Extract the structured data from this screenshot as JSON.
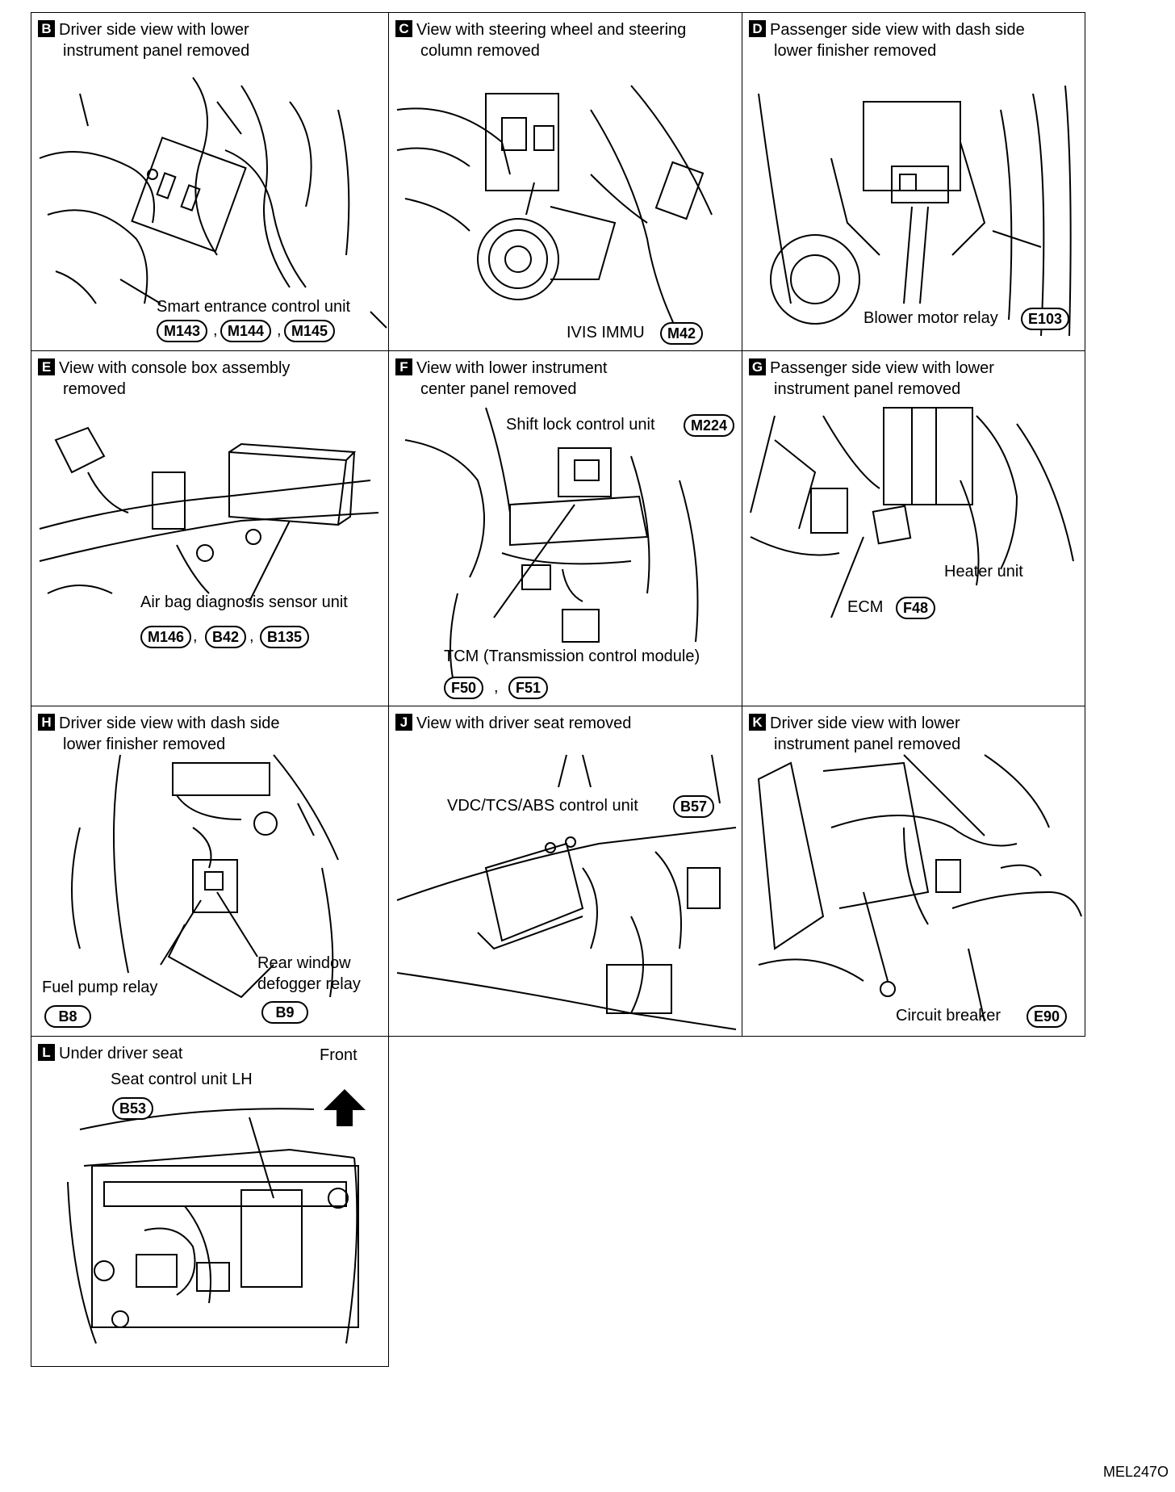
{
  "panels": {
    "B": {
      "letter": "B",
      "title1": "Driver side view with lower",
      "title2": "instrument panel removed",
      "label": "Smart entrance control unit",
      "connectors": [
        "M143",
        "M144",
        "M145"
      ]
    },
    "C": {
      "letter": "C",
      "title1": "View with steering wheel and steering",
      "title2": "column removed",
      "label": "IVIS IMMU",
      "connectors": [
        "M42"
      ]
    },
    "D": {
      "letter": "D",
      "title1": "Passenger side view with dash side",
      "title2": "lower finisher removed",
      "label": "Blower motor relay",
      "connectors": [
        "E103"
      ]
    },
    "E": {
      "letter": "E",
      "title1": "View with console box assembly",
      "title2": "removed",
      "label": "Air bag diagnosis sensor unit",
      "connectors": [
        "M146",
        "B42",
        "B135"
      ]
    },
    "F": {
      "letter": "F",
      "title1": "View with lower instrument",
      "title2": "center panel removed",
      "label1": "Shift lock control unit",
      "connectors1": [
        "M224"
      ],
      "label2": "TCM (Transmission control module)",
      "connectors2": [
        "F50",
        "F51"
      ]
    },
    "G": {
      "letter": "G",
      "title1": "Passenger side view with lower",
      "title2": "instrument panel removed",
      "label1": "Heater unit",
      "label2": "ECM",
      "connectors": [
        "F48"
      ]
    },
    "H": {
      "letter": "H",
      "title1": "Driver side view with dash side",
      "title2": "lower finisher removed",
      "label1": "Fuel pump relay",
      "connectors1": [
        "B8"
      ],
      "label2a": "Rear window",
      "label2b": "defogger relay",
      "connectors2": [
        "B9"
      ]
    },
    "J": {
      "letter": "J",
      "title1": "View with driver seat removed",
      "label": "VDC/TCS/ABS control unit",
      "connectors": [
        "B57"
      ]
    },
    "K": {
      "letter": "K",
      "title1": "Driver side view with lower",
      "title2": "instrument panel removed",
      "label": "Circuit breaker",
      "connectors": [
        "E90"
      ]
    },
    "L": {
      "letter": "L",
      "title1": "Under driver seat",
      "label": "Seat control unit LH",
      "connectors": [
        "B53"
      ],
      "front_label": "Front"
    }
  },
  "figure_code": "MEL247O"
}
